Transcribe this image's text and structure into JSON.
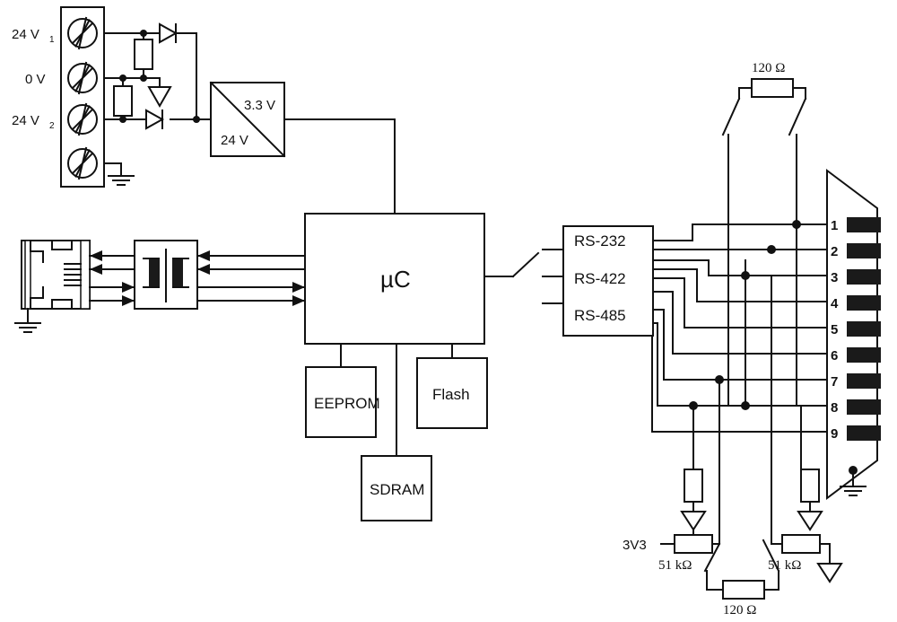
{
  "diagram": {
    "title": "Device block / circuit schematic",
    "power_terminal": {
      "name": "4-way screw terminal block",
      "labels": [
        {
          "text": "24 V",
          "sub": "1"
        },
        {
          "text": "0 V",
          "sub": ""
        },
        {
          "text": "24 V",
          "sub": "2"
        },
        {
          "text": "",
          "sub": ""
        }
      ],
      "screw_count": 4,
      "ground_label": "earth-ground"
    },
    "dcdc": {
      "output_label": "3.3 V",
      "input_label": "24 V",
      "name": "DC/DC converter"
    },
    "blocks": {
      "mcu": "µC",
      "eeprom": "EEPROM",
      "flash": "Flash",
      "sdram": "SDRAM",
      "serial": [
        "RS-232",
        "RS-422",
        "RS-485"
      ]
    },
    "connector": {
      "name": "D-Sub 9 connector",
      "pins": [
        "1",
        "2",
        "3",
        "4",
        "5",
        "6",
        "7",
        "8",
        "9"
      ]
    },
    "resistors": {
      "term_top": "120 Ω",
      "term_bottom": "120 Ω",
      "pullup_left": "51 kΩ",
      "pullup_right": "51 kΩ",
      "supply_rail": "3V3"
    },
    "colors": {
      "line": "#111111",
      "fill": "#ffffff",
      "pin_fill": "#1a1a1a",
      "background": "#ffffff"
    }
  }
}
